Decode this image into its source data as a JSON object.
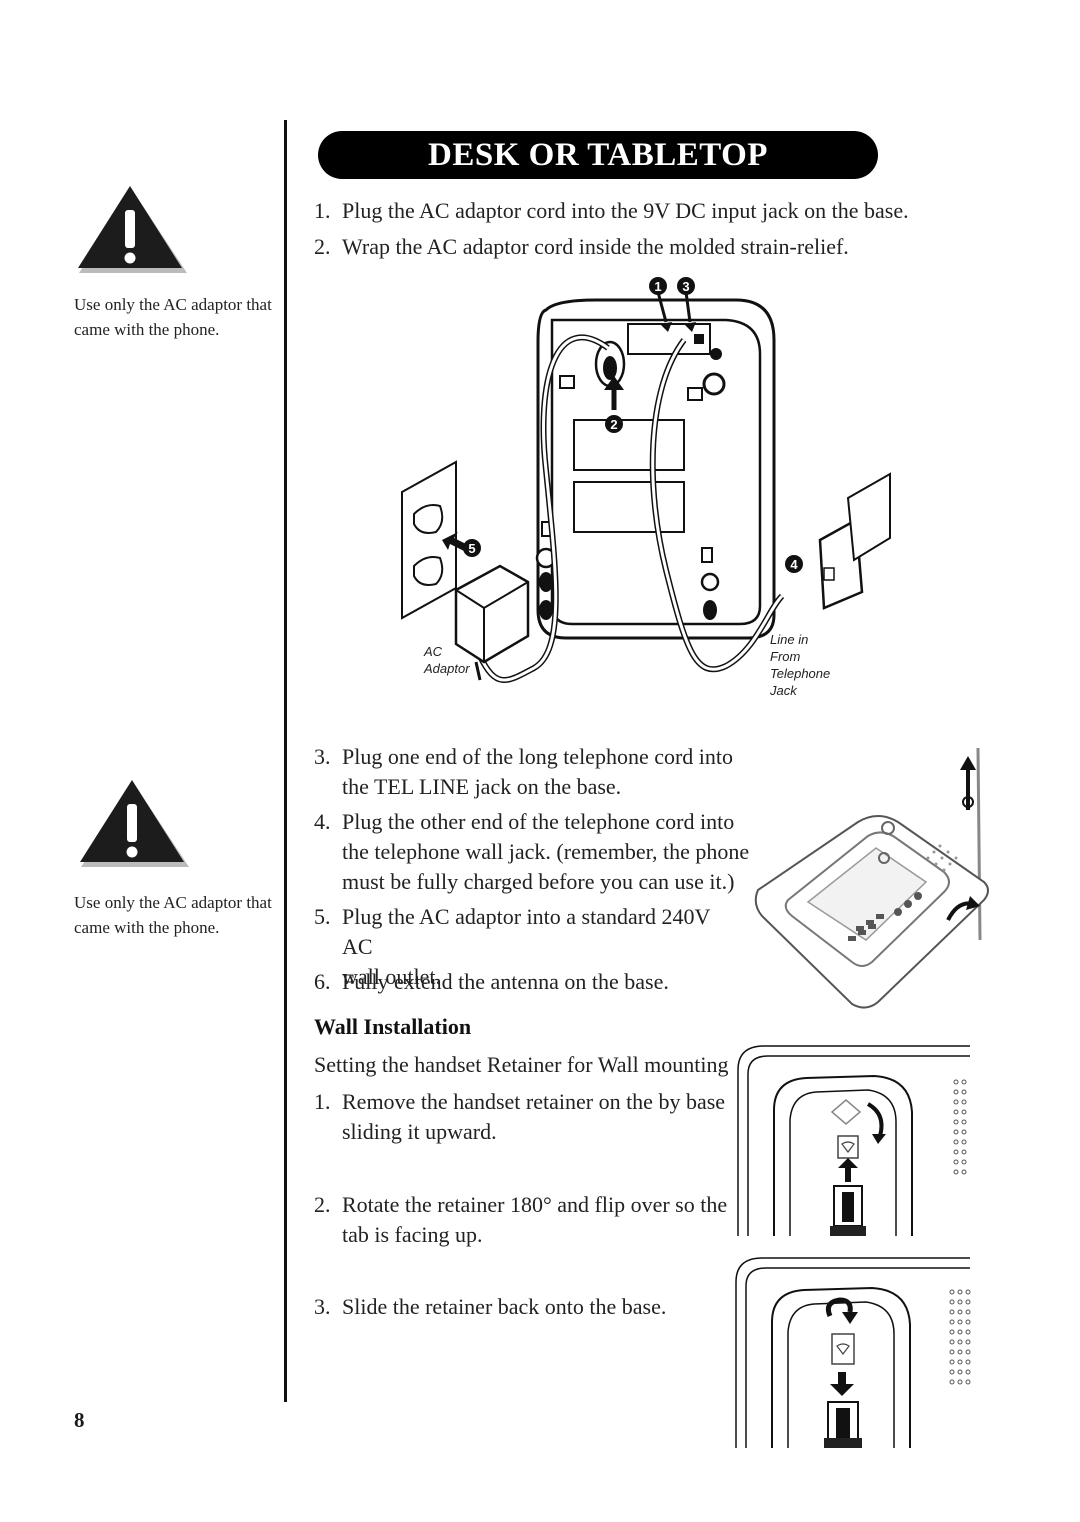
{
  "title": "DESK OR TABLETOP INSTALLATION",
  "cautions": [
    {
      "text_line1": "Use only the AC adaptor that",
      "text_line2": "came with the phone."
    },
    {
      "text_line1": "Use only the AC adaptor that",
      "text_line2": "came with the phone."
    }
  ],
  "steps_desk": [
    {
      "num": "1.",
      "line1": "Plug the AC adaptor cord into the 9V DC input jack on the base."
    },
    {
      "num": "2.",
      "line1": "Wrap the AC adaptor cord inside the molded strain-relief."
    }
  ],
  "figure1": {
    "callouts": [
      "1",
      "3",
      "2",
      "5",
      "4"
    ],
    "label_ac_1": "AC",
    "label_ac_2": "Adaptor",
    "label_line_1": "Line in",
    "label_line_2": "From",
    "label_line_3": "Telephone",
    "label_line_4": "Jack"
  },
  "steps_connect": [
    {
      "num": "3.",
      "line1": "Plug one end of the long telephone cord into",
      "line2": "the TEL LINE jack on the base."
    },
    {
      "num": "4.",
      "line1": "Plug the other end of the telephone cord into",
      "line2": "the telephone wall jack. (remember, the phone",
      "line3": "must be fully charged before you can use it.)"
    },
    {
      "num": "5.",
      "line1": "Plug the AC adaptor into a standard 240V AC",
      "line2": "wall outlet."
    },
    {
      "num": "6.",
      "line1": "Fully extend the antenna on the base."
    }
  ],
  "wall": {
    "heading": "Wall Installation",
    "intro": "Setting the handset Retainer for Wall mounting",
    "steps": [
      {
        "num": "1.",
        "line1": "Remove the handset retainer on the by base",
        "line2": "sliding it upward."
      },
      {
        "num": "2.",
        "line1": "Rotate the retainer 180° and flip over so the",
        "line2": "tab is facing up."
      },
      {
        "num": "3.",
        "line1": "Slide the retainer back onto the base."
      }
    ]
  },
  "page_number": "8",
  "colors": {
    "ink": "#1a1a1a",
    "pill": "#000000",
    "pill_text": "#ffffff",
    "warning_fill": "#1c1c1c"
  }
}
